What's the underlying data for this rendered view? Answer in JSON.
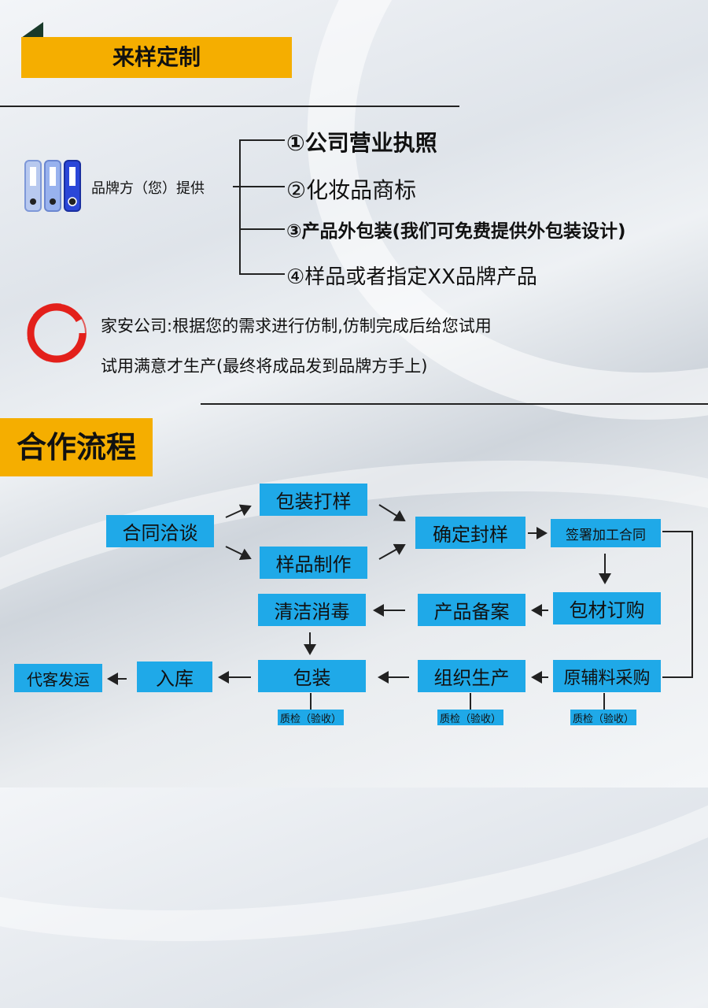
{
  "section1": {
    "title": "来样定制",
    "provider_label": "品牌方（您）提供",
    "items": [
      "①公司营业执照",
      "②化妆品商标",
      "③产品外包装(我们可免费提供外包装设计)",
      "④样品或者指定XX品牌产品"
    ],
    "note_line1": "家安公司:根据您的需求进行仿制,仿制完成后给您试用",
    "note_line2": "试用满意才生产(最终将成品发到品牌方手上)"
  },
  "section2": {
    "title": "合作流程",
    "steps": {
      "contract_talk": "合同洽谈",
      "pack_sample": "包装打样",
      "sample_make": "样品制作",
      "confirm_seal": "确定封样",
      "sign_contract": "签署加工合同",
      "material_order": "包材订购",
      "product_record": "产品备案",
      "clean_disinfect": "清洁消毒",
      "raw_purchase": "原辅料采购",
      "organize_produce": "组织生产",
      "packaging": "包装",
      "warehouse": "入库",
      "ship": "代客发运"
    },
    "qc_label": "质检（验收）"
  },
  "colors": {
    "banner": "#f5ae00",
    "flow_box": "#1fa9e8"
  },
  "icons": [
    "binder-icon",
    "red-circle-icon",
    "arrow-icon"
  ]
}
